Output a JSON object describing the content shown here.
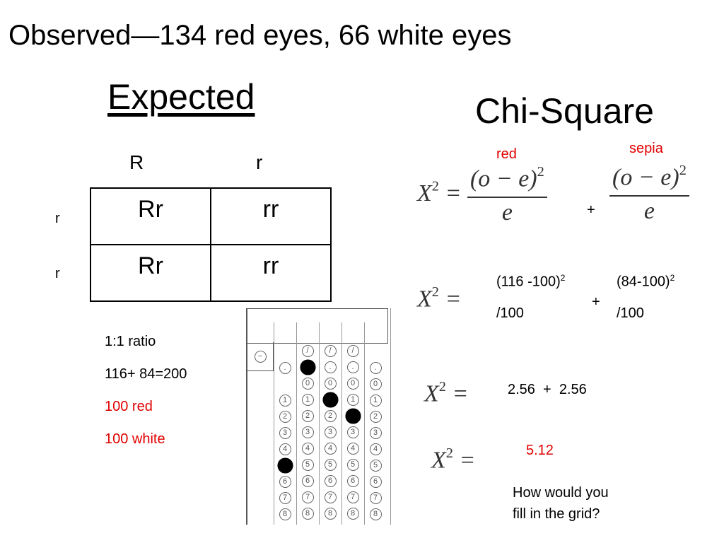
{
  "title": "Observed—134 red eyes, 66 white eyes",
  "expected": {
    "heading": "Expected",
    "col_headers": [
      "R",
      "r"
    ],
    "row_headers": [
      "r",
      "r"
    ],
    "cells": [
      [
        "Rr",
        "rr"
      ],
      [
        "Rr",
        "rr"
      ]
    ],
    "notes": [
      "1:1 ratio",
      "116+ 84=200",
      "100 red",
      "100 white"
    ]
  },
  "chi": {
    "heading": "Chi-Square",
    "label_red": "red",
    "label_sepia": "sepia",
    "plus": "+",
    "step2_a_num": "(116 -100)",
    "step2_a_den": "/100",
    "step2_b_num": "(84-100)",
    "step2_b_den": "/100",
    "step2_sup": "2",
    "step3": "2.56  +  2.56",
    "result": "5.12",
    "question": [
      "How would you",
      "fill in the grid?"
    ]
  },
  "grid": {
    "minus_symbol": "−",
    "slash_symbol": "/",
    "dot_symbol": ".",
    "digits": [
      "0",
      "1",
      "2",
      "3",
      "4",
      "5",
      "6",
      "7",
      "8"
    ],
    "filled": {
      "col0": "5",
      "col1": ".",
      "col2": "1",
      "col3": "2"
    }
  }
}
